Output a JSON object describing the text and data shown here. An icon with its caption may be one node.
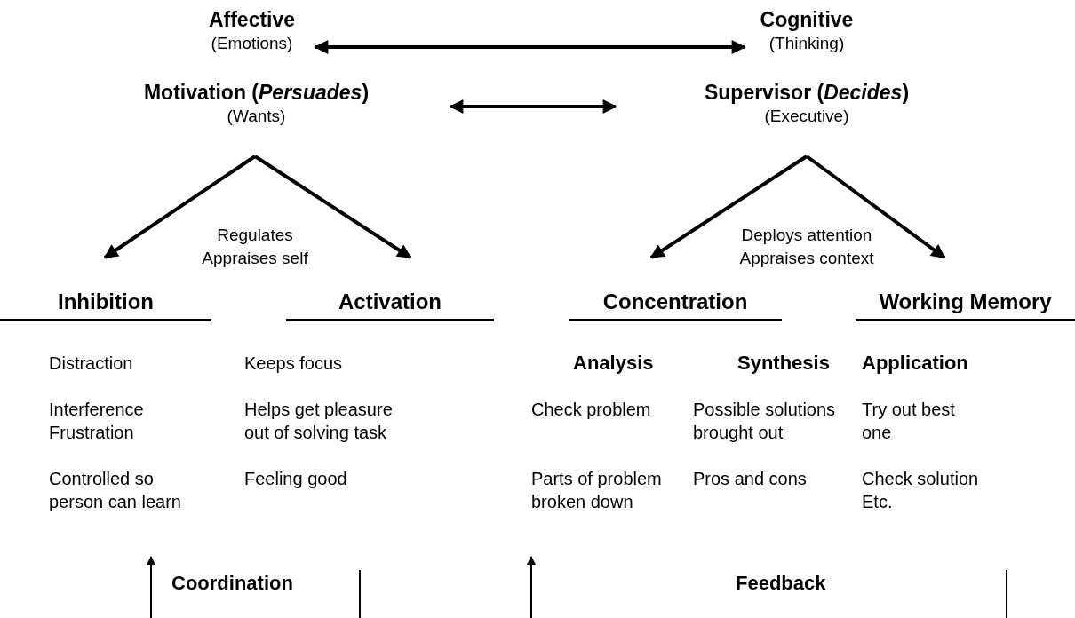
{
  "diagram": {
    "nodes": [
      {
        "text": [
          "Affective",
          "(Emotions)"
        ]
      },
      {
        "text": [
          "Cognitive",
          "(Thinking)"
        ]
      },
      {
        "text": [
          "**Motivation** (*Persuades*)",
          "(Wants)"
        ]
      },
      {
        "text": [
          "**Supervisor** (*Decides*)",
          "(Executive)"
        ]
      },
      {
        "text": [
          "Inhibition"
        ]
      },
      {
        "text": [
          "Activation"
        ]
      },
      {
        "text": [
          "Concentration"
        ]
      },
      {
        "text": [
          "Working Memory"
        ]
      }
    ],
    "edges": [
      {
        "from": 0,
        "to": 1,
        "arrow": "both"
      },
      {
        "from": 2,
        "to": 3,
        "arrow": "both"
      },
      {
        "from": 2,
        "to": 4,
        "arrow": "to"
      },
      {
        "from": 2,
        "to": 5,
        "arrow": "to"
      },
      {
        "from": 3,
        "to": 6,
        "arrow": "to"
      },
      {
        "from": 3,
        "to": 7,
        "arrow": "to"
      }
    ],
    "labels": [
      "Regulates Appraises self",
      "Deploys attention Appraises context",
      "Distraction",
      "Keeps focus",
      "Analysis",
      "Synthesis",
      "Application",
      "Interference Frustration",
      "Helps get pleasure out of solving task",
      "Check problem",
      "Possible solutions brought out",
      "Try out best one",
      "Controlled so person can learn",
      "Feeling good",
      "Parts of problem broken down",
      "Pros and cons",
      "Check solution Etc.",
      "Coordination",
      "Feedback"
    ]
  }
}
